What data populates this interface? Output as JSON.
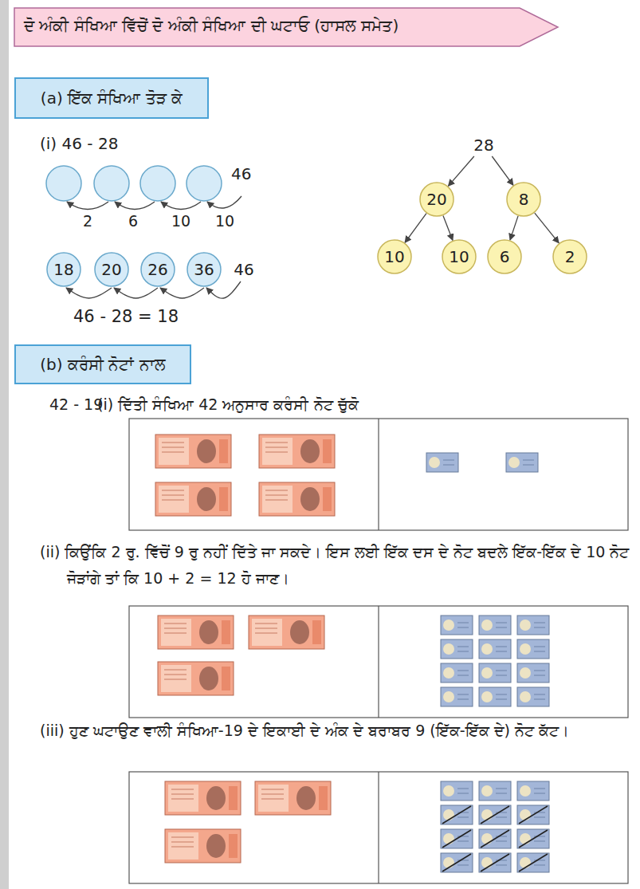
{
  "diagram": {
    "title": "ਦੋ ਅੰਕੀ ਸੰਖਿਆ ਵਿੱਚੋਂ ਦੋ ਅੰਕੀ ਸੰਖਿਆ ਦੀ ਘਟਾਓ (ਹਾਸਲ ਸਮੇਤ)",
    "nodes": [
      {
        "text": [
          "(a) ਇੱਕ ਸੰਖਿਆ ਤੋੜ ਕੇ"
        ]
      },
      {
        "text": [
          "28"
        ]
      },
      {
        "text": [
          "20"
        ]
      },
      {
        "text": [
          "8"
        ]
      },
      {
        "text": [
          "10"
        ]
      },
      {
        "text": [
          "10"
        ]
      },
      {
        "text": [
          "6"
        ]
      },
      {
        "text": [
          "2"
        ]
      },
      {
        "text": [
          "18"
        ]
      },
      {
        "text": [
          "20"
        ]
      },
      {
        "text": [
          "26"
        ]
      },
      {
        "text": [
          "36"
        ]
      },
      {
        "text": [
          "46"
        ]
      },
      {
        "text": [
          "(b) ਕਰੰਸੀ ਨੋਟਾਂ ਨਾਲ"
        ]
      }
    ],
    "edges": [
      {
        "from": 1,
        "to": 2,
        "arrow": "to"
      },
      {
        "from": 1,
        "to": 3,
        "arrow": "to"
      },
      {
        "from": 2,
        "to": 4,
        "arrow": "to"
      },
      {
        "from": 2,
        "to": 5,
        "arrow": "to"
      },
      {
        "from": 3,
        "to": 6,
        "arrow": "to"
      },
      {
        "from": 3,
        "to": 7,
        "arrow": "to"
      },
      {
        "from": 12,
        "to": 11,
        "arrow": "to"
      },
      {
        "from": 11,
        "to": 10,
        "arrow": "to"
      },
      {
        "from": 10,
        "to": 9,
        "arrow": "to"
      },
      {
        "from": 9,
        "to": 8,
        "arrow": "to"
      }
    ],
    "labels": [
      "(i) 46 - 28",
      "46",
      "2",
      "6",
      "10",
      "10",
      "46 - 28 = 18",
      "42 - 19",
      "(i) ਦਿੱਤੀ ਸੰਖਿਆ 42 ਅਨੁਸਾਰ ਕਰੰਸੀ ਨੋਟ ਚੁੱਕੋ",
      "(ii) ਕਿਉਂਕਿ 2 ਰੁ. ਵਿੱਚੋਂ 9 ਰੁ ਨਹੀਂ ਦਿੱਤੇ ਜਾ ਸਕਦੇ। ਇਸ ਲਈ ਇੱਕ ਦਸ ਦੇ ਨੋਟ ਬਦਲੇ ਇੱਕ-ਇੱਕ ਦੇ 10 ਨੋਟ ਜੋੜਾਂਗੇ ਤਾਂ ਕਿ 10 + 2 = 12 ਹੋ ਜਾਣ।",
      "(iii) ਹੁਣ ਘਟਾਉਣ ਵਾਲੀ ਸੰਖਿਆ-19 ਦੇ ਇਕਾਈ ਦੇ ਅੰਕ ਦੇ ਬਰਾਬਰ 9 (ਇੱਕ-ਇੱਕ ਦੇ) ਨੋਟ ਕੱਟ।"
    ]
  }
}
